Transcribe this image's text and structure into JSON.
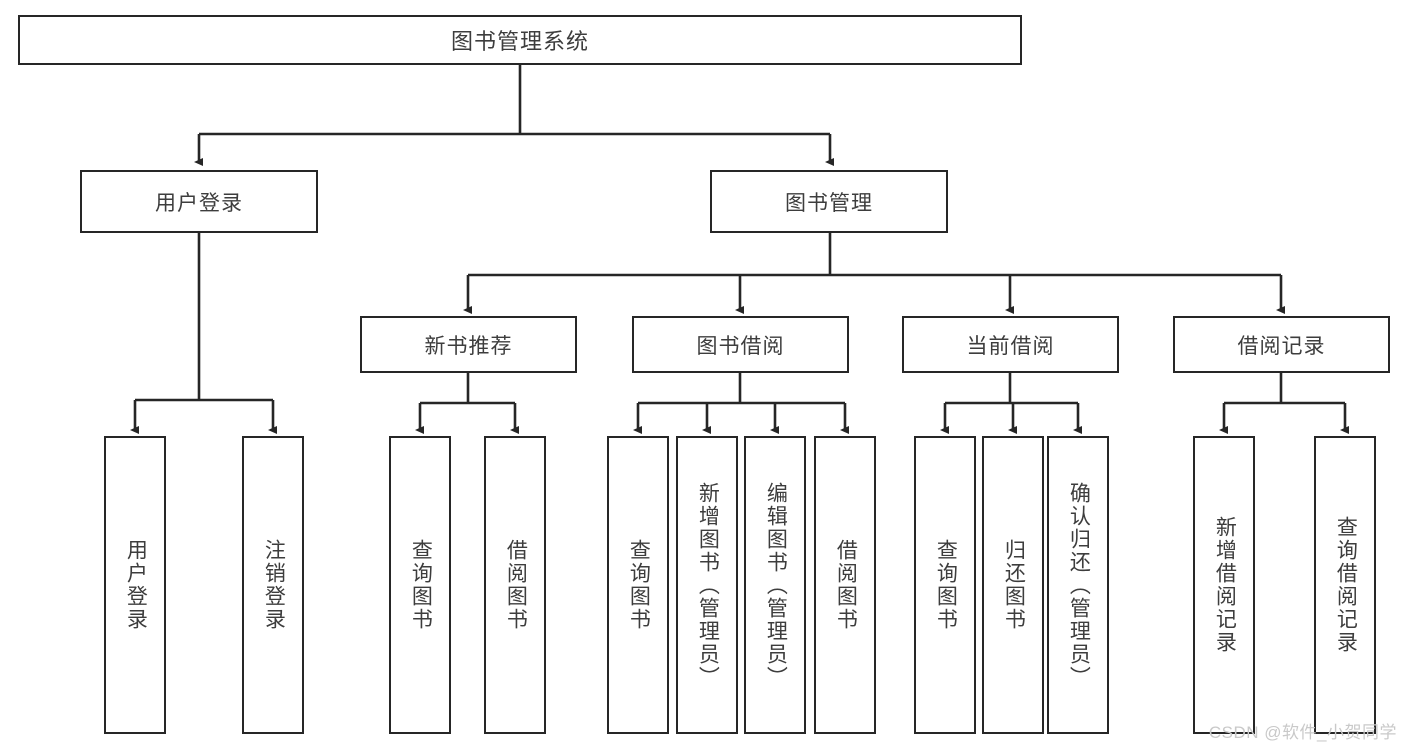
{
  "diagram": {
    "type": "tree",
    "title": "图书管理系统",
    "watermark": "CSDN @软件_小贺同学",
    "colors": {
      "box_border": "#262626",
      "box_fill": "#ffffff",
      "text": "#3d3d3d",
      "edge": "#262626",
      "watermark": "#c9c9c9",
      "background": "#ffffff"
    },
    "root": {
      "label": "图书管理系统"
    },
    "level1": [
      {
        "label": "用户登录"
      },
      {
        "label": "图书管理"
      }
    ],
    "level2": [
      {
        "label": "新书推荐"
      },
      {
        "label": "图书借阅"
      },
      {
        "label": "当前借阅"
      },
      {
        "label": "借阅记录"
      }
    ],
    "leaves": {
      "user_login": [
        {
          "label": "用户登录"
        },
        {
          "label": "注销登录"
        }
      ],
      "new_book_recommend": [
        {
          "label": "查询图书"
        },
        {
          "label": "借阅图书"
        }
      ],
      "book_borrow": [
        {
          "label": "查询图书"
        },
        {
          "label": "新增图书（管理员）"
        },
        {
          "label": "编辑图书（管理员）"
        },
        {
          "label": "借阅图书"
        }
      ],
      "current_borrow": [
        {
          "label": "查询图书"
        },
        {
          "label": "归还图书"
        },
        {
          "label": "确认归还（管理员）"
        }
      ],
      "borrow_record": [
        {
          "label": "新增借阅记录"
        },
        {
          "label": "查询借阅记录"
        }
      ]
    }
  }
}
